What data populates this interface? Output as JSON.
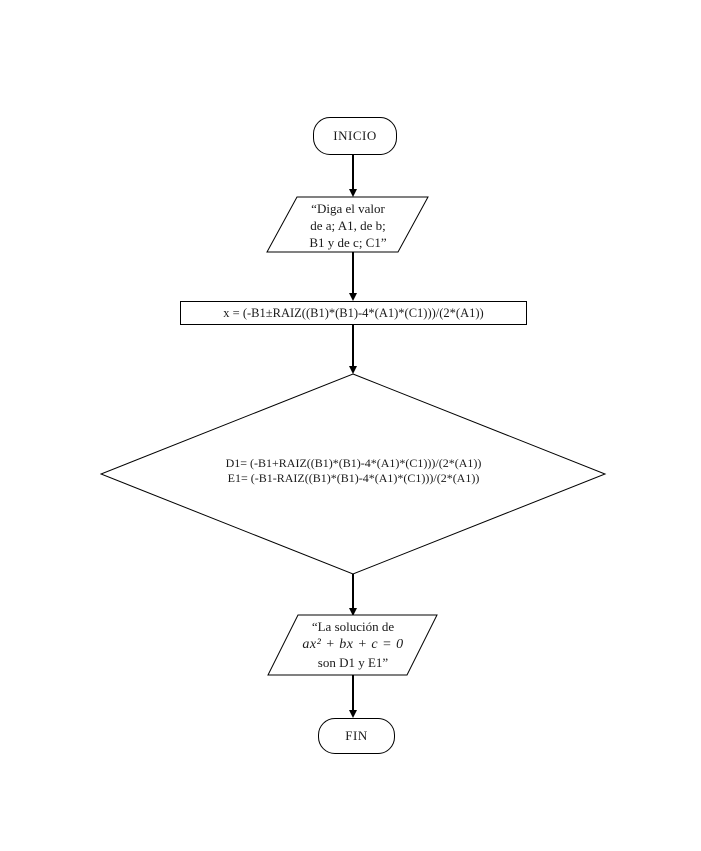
{
  "colors": {
    "line": "#000000",
    "text": "#1a1a1a",
    "background": "#ffffff"
  },
  "nodes": {
    "start": {
      "label": "INICIO"
    },
    "input": {
      "lines": [
        "“Diga el valor",
        "de a; A1, de b;",
        "B1 y de c; C1”"
      ]
    },
    "process": {
      "text": "x = (-B1±RAIZ((B1)*(B1)-4*(A1)*(C1)))/(2*(A1))"
    },
    "decision": {
      "lines": [
        "D1= (-B1+RAIZ((B1)*(B1)-4*(A1)*(C1)))/(2*(A1))",
        "E1= (-B1-RAIZ((B1)*(B1)-4*(A1)*(C1)))/(2*(A1))"
      ]
    },
    "output": {
      "line1": "“La solución de",
      "formula": "ax² + bx + c = 0",
      "line3": "son D1 y E1”"
    },
    "end": {
      "label": "FIN"
    }
  }
}
